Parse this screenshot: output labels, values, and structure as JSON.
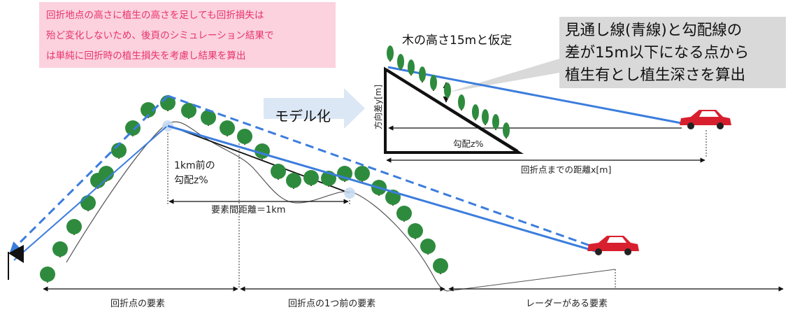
{
  "note": {
    "lines": [
      "回折地点の高さに植生の高さを足しても回折損失は",
      "殆ど変化しないため、後頁のシミュレーション結果で",
      "は単純に回折時の植生損失を考慮し結果を算出"
    ]
  },
  "model": {
    "title": "木の高さ15mと仮定",
    "y_axis_label": "方向差y[m]",
    "slope_label": "勾配z%",
    "distance_label": "回折点までの距離x[m]"
  },
  "callout": {
    "lines": [
      "見通し線(青線)と勾配線の",
      "差が15m以下になる点から",
      "植生有とし植生深さを算出"
    ]
  },
  "arrow_label": "モデル化",
  "terrain": {
    "gradient_label_line1": "1km前の",
    "gradient_label_line2": "勾配z%",
    "element_distance": "要素間距離＝1km"
  },
  "bottom_labels": {
    "diffraction_element": "回折点の要素",
    "previous_element": "回折点の1つ前の要素",
    "radar_element": "レーダーがある要素"
  },
  "colors": {
    "line_of_sight": "#3b7ddd",
    "tree_crown": "#2e8b3e",
    "tree_trunk": "#6b4a2a",
    "car": "#d81f2e",
    "note_bg": "#fbd2de",
    "note_text": "#e8336f",
    "arrow_fill": "#dbe7f5",
    "callout_bg": "#d9d9d9"
  },
  "icons": [
    "tree-icon",
    "car-icon",
    "flag-icon",
    "model-arrow-icon"
  ]
}
